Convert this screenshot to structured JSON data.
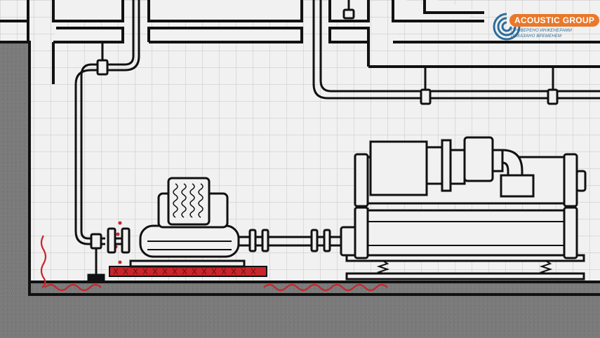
{
  "logo": {
    "name": "ACOUSTIC GROUP",
    "tagline_line1": "ПРОВЕРЕНО ИНЖЕНЕРАМИ",
    "tagline_line2": "ДОКАЗАНО ВРЕМЕНЕМ",
    "icon": "concentric-swirl-icon"
  },
  "colors": {
    "wall": "#f0f0f0",
    "grid": "#cfcfcf",
    "concrete": "#7d7d7d",
    "ink": "#111111",
    "vibration": "#c9242a",
    "mat": "#c9242a",
    "logo_orange": "#e9782a",
    "logo_blue": "#2c6d9c"
  }
}
